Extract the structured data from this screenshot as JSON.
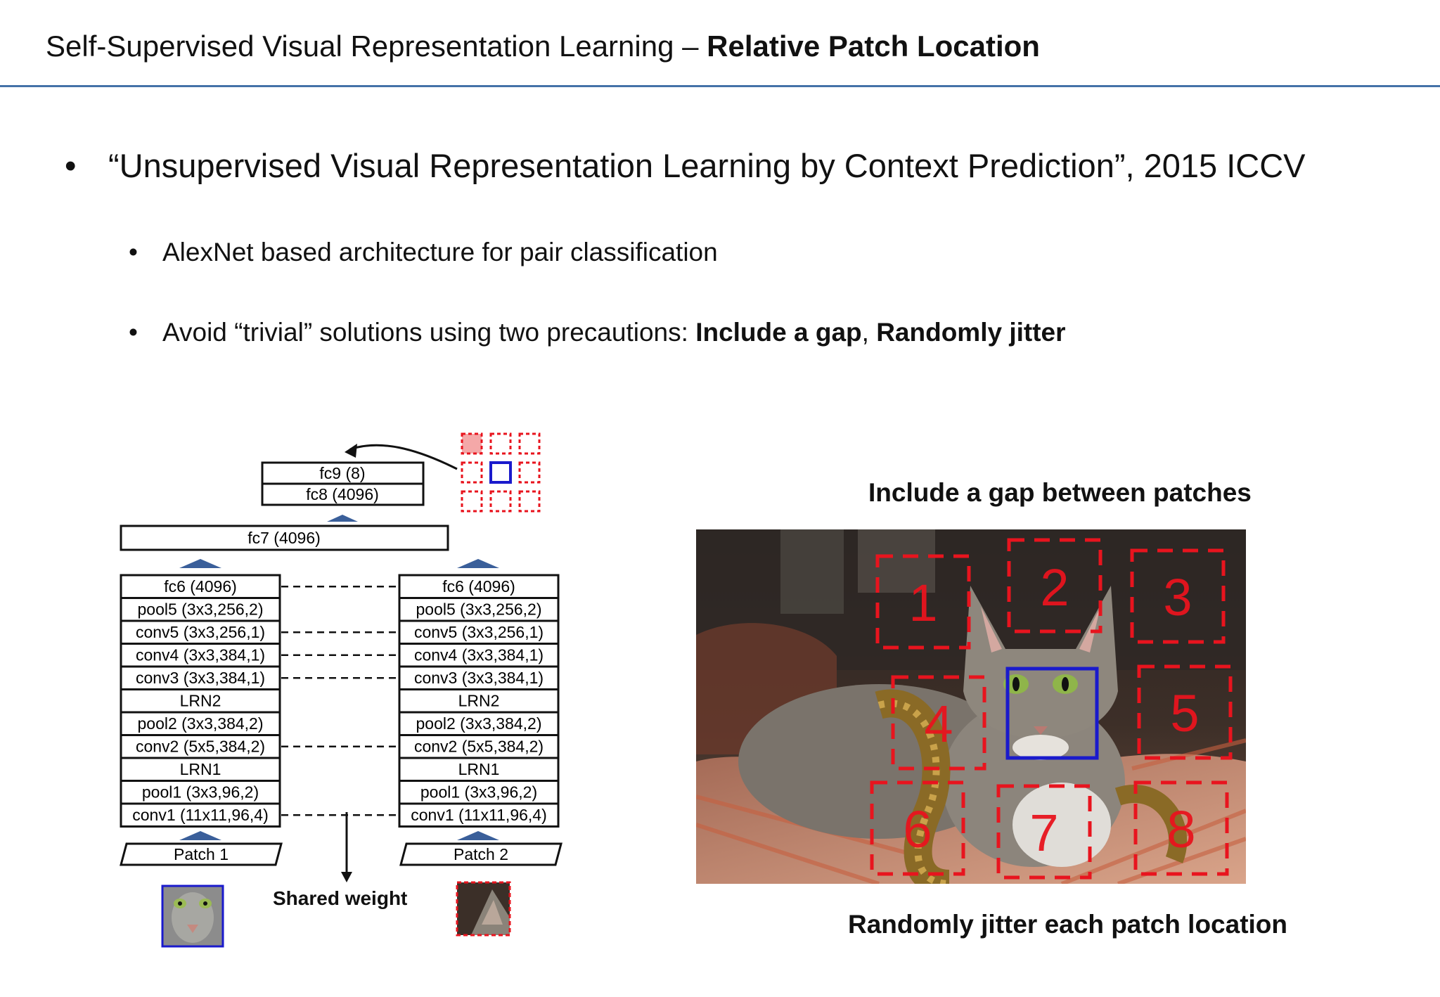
{
  "header": {
    "title_prefix": "Self-Supervised Visual Representation Learning – ",
    "title_bold": "Relative Patch Location"
  },
  "bullets": {
    "main": "“Unsupervised Visual Representation Learning by Context Prediction”, 2015 ICCV",
    "sub1": "AlexNet based architecture for pair classification",
    "sub2_prefix": "Avoid “trivial” solutions using two precautions: ",
    "sub2_bold1": "Include a gap",
    "sub2_sep": ", ",
    "sub2_bold2": "Randomly jitter"
  },
  "network": {
    "top_layers": [
      "fc9 (8)",
      "fc8 (4096)"
    ],
    "fc7": "fc7 (4096)",
    "tower_layers": [
      "fc6 (4096)",
      "pool5 (3x3,256,2)",
      "conv5 (3x3,256,1)",
      "conv4 (3x3,384,1)",
      "conv3 (3x3,384,1)",
      "LRN2",
      "pool2 (3x3,384,2)",
      "conv2 (5x5,384,2)",
      "LRN1",
      "pool1 (3x3,96,2)",
      "conv1 (11x11,96,4)"
    ],
    "patch1": "Patch 1",
    "patch2": "Patch 2",
    "shared_weight": "Shared weight"
  },
  "figure": {
    "gap_label": "Include a gap between patches",
    "jitter_label": "Randomly jitter each patch location",
    "patch_numbers": [
      "1",
      "2",
      "3",
      "4",
      "5",
      "6",
      "7",
      "8"
    ]
  },
  "colors": {
    "rule": "#4472a8",
    "patch_red": "#e8141e",
    "center_blue": "#1a1acc",
    "arrow_blue": "#3a5f9a"
  }
}
